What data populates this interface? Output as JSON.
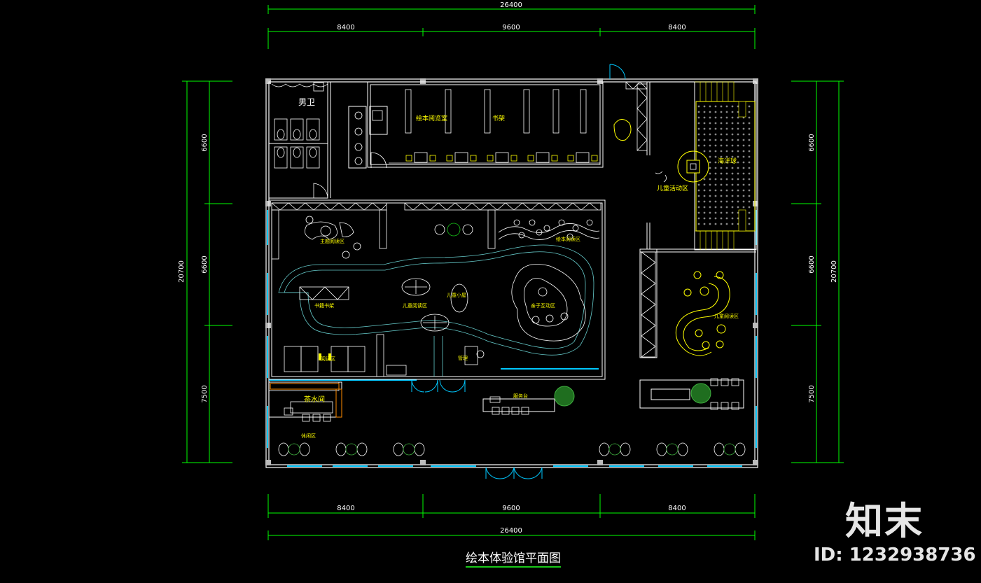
{
  "drawing": {
    "title": "绘本体验馆平面图",
    "brand": "知末",
    "id_text": "ID: 1232938736",
    "dims": {
      "top_total": "26400",
      "top_segments": [
        "8400",
        "9600",
        "8400"
      ],
      "bottom_total": "26400",
      "bottom_segments": [
        "8400",
        "9600",
        "8400"
      ],
      "left_total": "20700",
      "left_segments": [
        "6600",
        "6600",
        "7500"
      ],
      "right_total": "20700",
      "right_segments": [
        "6600",
        "6600",
        "7500"
      ]
    },
    "rooms": {
      "mens_wc": "男卫",
      "reading_room": "绘本阅览室",
      "bookcase": "书架",
      "kids_activity": "儿童活动区",
      "ball_pool": "海洋球",
      "tearoom": "茶水间",
      "rest_area": "休闲区",
      "service_desk": "服务台",
      "theme_reading": "主题阅读区",
      "picture_reading": "绘本阅读区",
      "bookshelf_zone": "书籍书架",
      "kids_reading": "儿童阅读区",
      "kids_corner": "儿童小屋",
      "parent_child": "亲子互动区",
      "reading_zone": "阅读区",
      "manage": "管理",
      "kids_read2": "儿童阅读区"
    },
    "colors": {
      "wall": "#ffffff",
      "window": "#00c8ff",
      "dimension": "#00ff00",
      "label": "#ffff00",
      "furniture": "#ffffff",
      "tearoom_wall": "#ff8c00"
    }
  }
}
